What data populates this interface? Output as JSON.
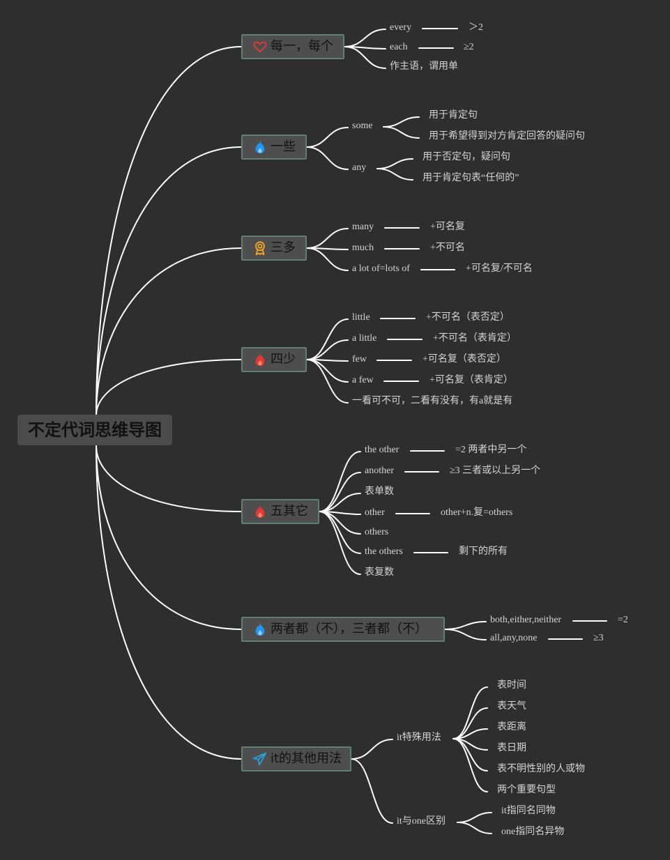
{
  "root": {
    "label": "不定代词思维导图"
  },
  "topics": [
    {
      "label": "每一，每个",
      "icon": "heart-icon",
      "color": "#e53935",
      "items": [
        {
          "text": "every",
          "note": "＞2"
        },
        {
          "text": "each",
          "note": "≥2"
        },
        {
          "text": "作主语，谓用单"
        }
      ]
    },
    {
      "label": "一些",
      "icon": "flame-icon",
      "color": "#2196f3",
      "items": [
        {
          "text": "some",
          "subs": [
            "用于肯定句",
            "用于希望得到对方肯定回答的疑问句"
          ]
        },
        {
          "text": "any",
          "subs": [
            "用于否定句，疑问句",
            "用于肯定句表“任何的”"
          ]
        }
      ]
    },
    {
      "label": "三多",
      "icon": "medal-icon",
      "color": "#f5a623",
      "items": [
        {
          "text": "many",
          "note": "+可名复"
        },
        {
          "text": "much",
          "note": "+不可名"
        },
        {
          "text": "a lot of=lots of",
          "note": "+可名复/不可名"
        }
      ]
    },
    {
      "label": "四少",
      "icon": "flame-icon",
      "color": "#e53935",
      "items": [
        {
          "text": "little",
          "note": "+不可名（表否定）"
        },
        {
          "text": "a little",
          "note": "+不可名（表肯定）"
        },
        {
          "text": "few",
          "note": "+可名复（表否定）"
        },
        {
          "text": "a few",
          "note": "+可名复（表肯定）"
        },
        {
          "text": "一看可不可，二看有没有，有a就是有"
        }
      ]
    },
    {
      "label": "五其它",
      "icon": "flame-icon",
      "color": "#e53935",
      "items": [
        {
          "text": "the other",
          "note": "=2 两者中另一个"
        },
        {
          "text": "another",
          "note": "≥3 三者或以上另一个"
        },
        {
          "text": "表单数"
        },
        {
          "text": "other",
          "note": "other+n.复=others"
        },
        {
          "text": "others"
        },
        {
          "text": "the others",
          "note": "剩下的所有"
        },
        {
          "text": "表复数"
        }
      ]
    },
    {
      "label": "两者都（不），三者都（不）",
      "icon": "flame-icon",
      "color": "#2196f3",
      "items": [
        {
          "text": "both,either,neither",
          "note": "=2"
        },
        {
          "text": "all,any,none",
          "note": "≥3"
        }
      ]
    },
    {
      "label": "it的其他用法",
      "icon": "send-icon",
      "color": "#2a9fd6",
      "items": [
        {
          "text": "it特殊用法",
          "subs": [
            "表时间",
            "表天气",
            "表距离",
            "表日期",
            "表不明性别的人或物",
            "两个重要句型"
          ]
        },
        {
          "text": "it与one区别",
          "subs": [
            "it指同名同物",
            "one指同名异物"
          ]
        }
      ]
    }
  ]
}
